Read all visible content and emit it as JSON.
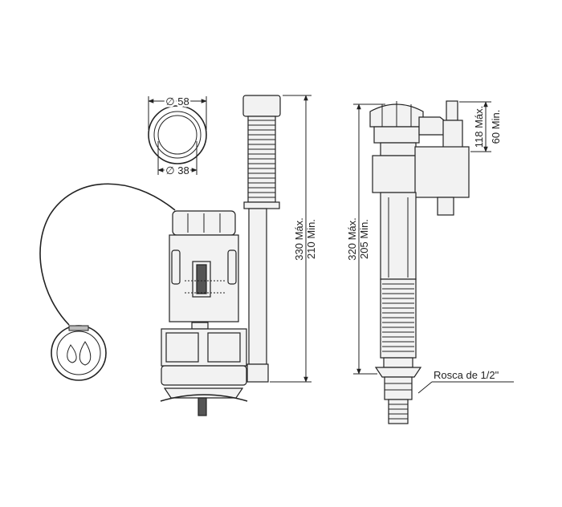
{
  "dimensions": {
    "button_outer": "∅ 58",
    "button_inner": "∅ 38",
    "flush_max": "330 Máx.",
    "flush_min": "210 Min.",
    "fill_max": "320 Máx.",
    "fill_min": "205 Min.",
    "float_max": "118 Máx.",
    "float_min": "60 Min."
  },
  "labels": {
    "thread": "Rosca de 1/2\""
  }
}
